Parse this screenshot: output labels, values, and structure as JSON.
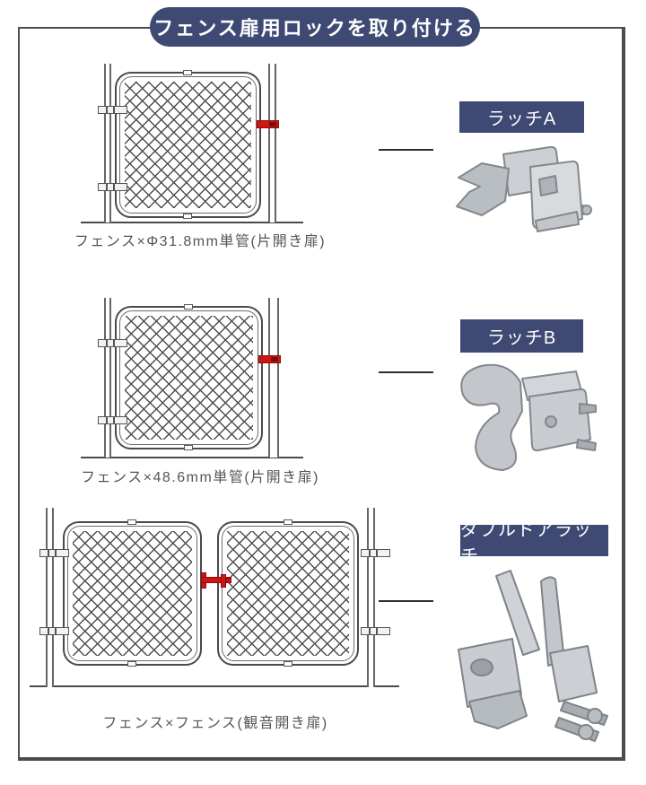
{
  "page": {
    "title": "フェンス扉用ロックを取り付ける"
  },
  "colors": {
    "navy": "#3e4a74",
    "frame": "#4d4d4d",
    "red": "#d01414",
    "line": "#555555"
  },
  "rows": [
    {
      "caption": "フェンス×Φ31.8mm単管(片開き扉)",
      "label": "ラッチA",
      "product_icon": "latch-a-icon"
    },
    {
      "caption": "フェンス×48.6mm単管(片開き扉)",
      "label": "ラッチB",
      "product_icon": "latch-b-icon"
    },
    {
      "caption": "フェンス×フェンス(観音開き扉)",
      "label": "ダブルドアラッチ",
      "product_icon": "double-door-latch-icon"
    }
  ]
}
